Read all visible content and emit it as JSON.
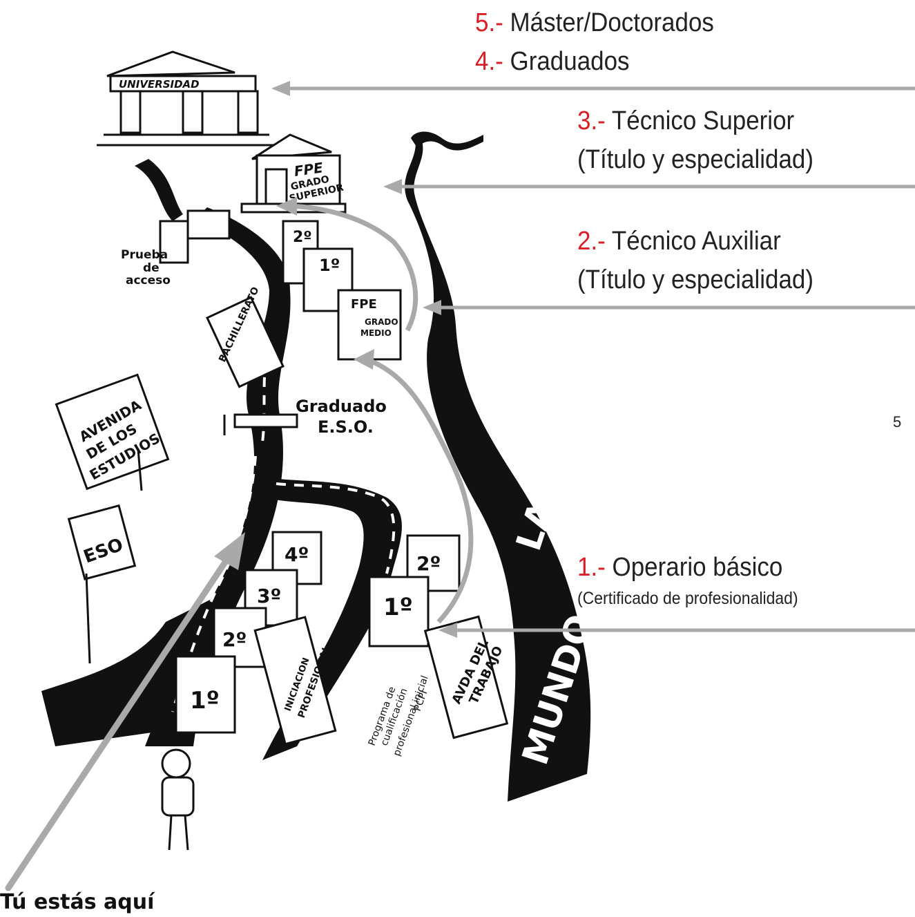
{
  "levels": {
    "l5": {
      "num": "5.-",
      "label": "Máster/Doctorados"
    },
    "l4": {
      "num": "4.-",
      "label": "Graduados"
    },
    "l3": {
      "num": "3.-",
      "label": "Técnico Superior",
      "sub": "(Título y especialidad)"
    },
    "l2": {
      "num": "2.-",
      "label": "Técnico Auxiliar",
      "sub": "(Título y especialidad)"
    },
    "l1": {
      "num": "1.-",
      "label": "Operario básico",
      "sub": "(Certificado de profesionalidad)"
    }
  },
  "page_number": "5",
  "you_are_here": "Tú estás aquí",
  "illustration": {
    "universidad": "UNIVERSIDAD",
    "fpe_superior": [
      "FPE",
      "GRADO",
      "SUPERIOR"
    ],
    "fpe_medio": [
      "FPE",
      "GRADO",
      "MEDIO"
    ],
    "prueba": [
      "Prueba",
      "de",
      "acceso"
    ],
    "bachillerato": "BACHILLERATO",
    "graduado": [
      "Graduado",
      "E.S.O."
    ],
    "avenida": [
      "AVENIDA",
      "DE LOS",
      "ESTUDIOS"
    ],
    "eso": "ESO",
    "laboral": "LABORAL",
    "mundo": "MUNDO",
    "iniciacion": [
      "INICIACION",
      "PROFESIONAL"
    ],
    "pcpi": [
      "Programa de",
      "cualificación",
      "profesional inicial",
      "PCPI"
    ],
    "avda_trabajo": [
      "AVDA DEL",
      "TRABAJO"
    ],
    "courses": {
      "c1": "1º",
      "c2": "2º",
      "c3": "3º",
      "c4": "4º"
    }
  },
  "colors": {
    "accent": "#d91e26",
    "arrow": "#a9a9a9",
    "ink": "#111111"
  }
}
